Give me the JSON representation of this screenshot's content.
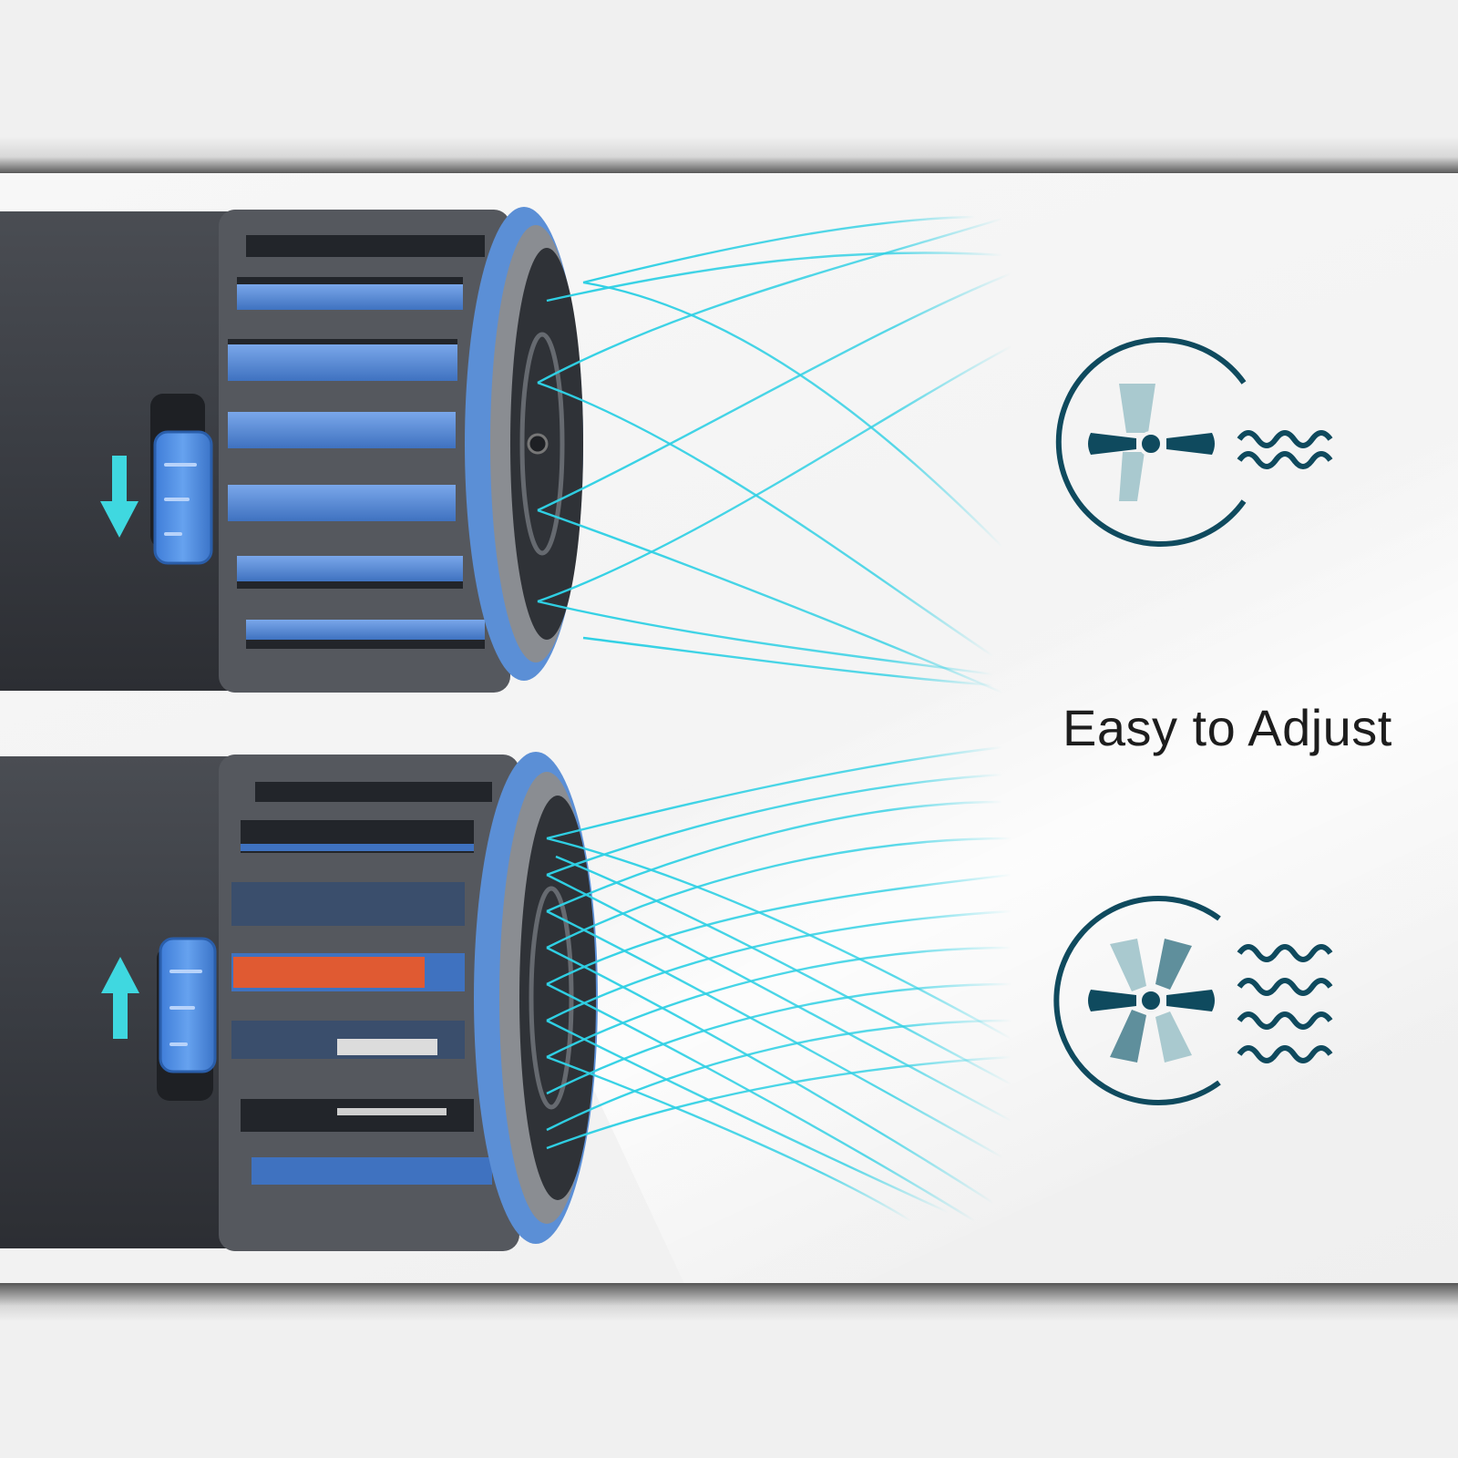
{
  "caption": {
    "text": "Easy to Adjust"
  },
  "colors": {
    "body_dark": "#3b3e44",
    "cage_gray": "#56595f",
    "ring_blue": "#5b8fd6",
    "slot_blue": "#5f95e0",
    "slider_blue": "#4f8ee6",
    "arrow_cyan": "#3fd8e0",
    "flow_cyan": "#33d2e6",
    "icon_dark": "#0f4a5e",
    "icon_mid": "#5f8f9c",
    "icon_light": "#a9c9cf",
    "impeller_red": "#e05a32"
  },
  "panels": [
    {
      "id": "low-flow",
      "slider_position": "down",
      "arrow": "down-arrow",
      "icon": {
        "fan_blades": 4,
        "wave_lines": 2
      },
      "flow_density": "low"
    },
    {
      "id": "high-flow",
      "slider_position": "up",
      "arrow": "up-arrow",
      "icon": {
        "fan_blades": 6,
        "wave_lines": 4
      },
      "flow_density": "high"
    }
  ]
}
